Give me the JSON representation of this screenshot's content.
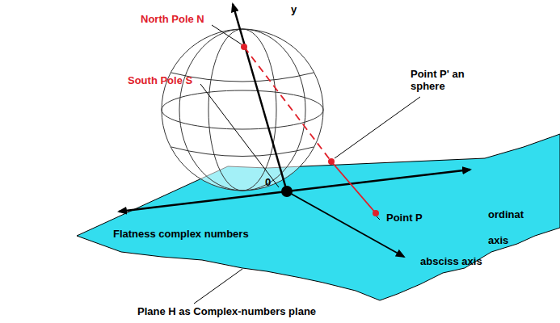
{
  "diagram": {
    "labels": [
      "y",
      "North Pole N",
      "South Pole S",
      "0",
      "Point P' an sphere",
      "ordinat axis",
      "Point P",
      "absciss axis",
      "Flatness complex numbers",
      "Plane H as Complex-numbers plane"
    ]
  }
}
